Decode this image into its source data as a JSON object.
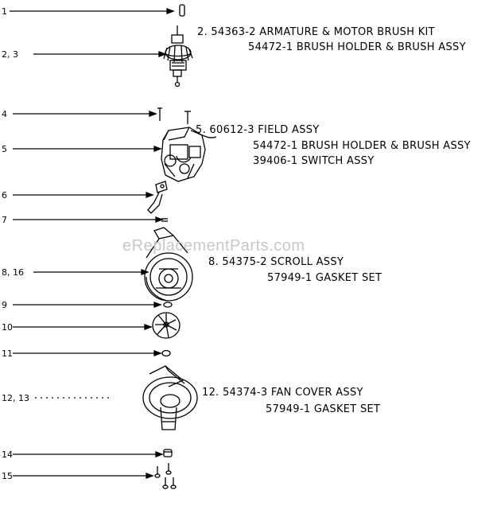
{
  "watermark": "eReplacementParts.com",
  "callouts": {
    "c1": "1",
    "c23": "2, 3",
    "c4": "4",
    "c5": "5",
    "c6": "6",
    "c7": "7",
    "c816": "8, 16",
    "c9": "9",
    "c10": "10",
    "c11": "11",
    "c1213": "12, 13",
    "c14": "14",
    "c15": "15"
  },
  "parts": {
    "armature": "2. 54363-2 ARMATURE & MOTOR BRUSH KIT",
    "brush_holder_1": "54472-1 BRUSH HOLDER & BRUSH ASSY",
    "field": "5. 60612-3 FIELD ASSY",
    "brush_holder_2": "54472-1 BRUSH HOLDER & BRUSH ASSY",
    "switch": "39406-1 SWITCH ASSY",
    "scroll": "8. 54375-2 SCROLL ASSY",
    "gasket_1": "57949-1 GASKET SET",
    "fan_cover": "12. 54374-3 FAN COVER ASSY",
    "gasket_2": "57949-1 GASKET SET"
  }
}
